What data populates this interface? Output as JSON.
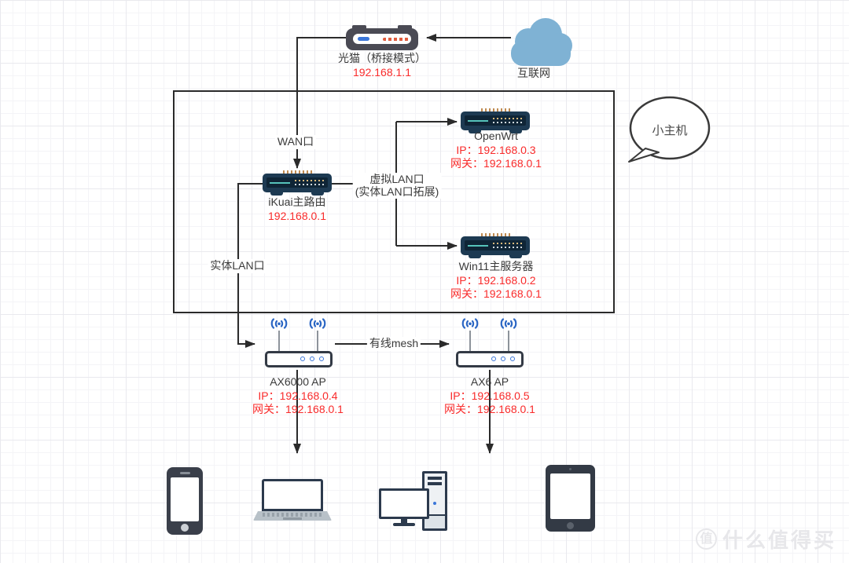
{
  "nodes": {
    "modem": {
      "name": "光猫（桥接模式）",
      "ip": "192.168.1.1"
    },
    "internet": {
      "name": "互联网"
    },
    "ikuai": {
      "name": "iKuai主路由",
      "ip": "192.168.0.1"
    },
    "openwrt": {
      "name": "OpenWrt",
      "ip": "IP：192.168.0.3",
      "gateway": "网关：192.168.0.1"
    },
    "win11": {
      "name": "Win11主服务器",
      "ip": "IP：192.168.0.2",
      "gateway": "网关：192.168.0.1"
    },
    "ax6000": {
      "name": "AX6000 AP",
      "ip": "IP：192.168.0.4",
      "gateway": "网关：192.168.0.1"
    },
    "ax6": {
      "name": "AX6 AP",
      "ip": "IP：192.168.0.5",
      "gateway": "网关：192.168.0.1"
    }
  },
  "edge_labels": {
    "wan": "WAN口",
    "virtual_lan": "虚拟LAN口",
    "virtual_lan_note": "(实体LAN口拓展)",
    "physical_lan": "实体LAN口",
    "wired_mesh": "有线mesh"
  },
  "callout": {
    "text": "小主机"
  },
  "watermark": {
    "badge": "值",
    "text": "什么值得买"
  },
  "colors": {
    "ip_red": "#f92b2b",
    "label_dark": "#3a3a3a",
    "device_navy": "#1d3a52",
    "modem_gray": "#4a4a54",
    "cloud_blue": "#7fb2d4",
    "wifi_blue": "#2b66c4",
    "connector": "#2b2b2b"
  }
}
